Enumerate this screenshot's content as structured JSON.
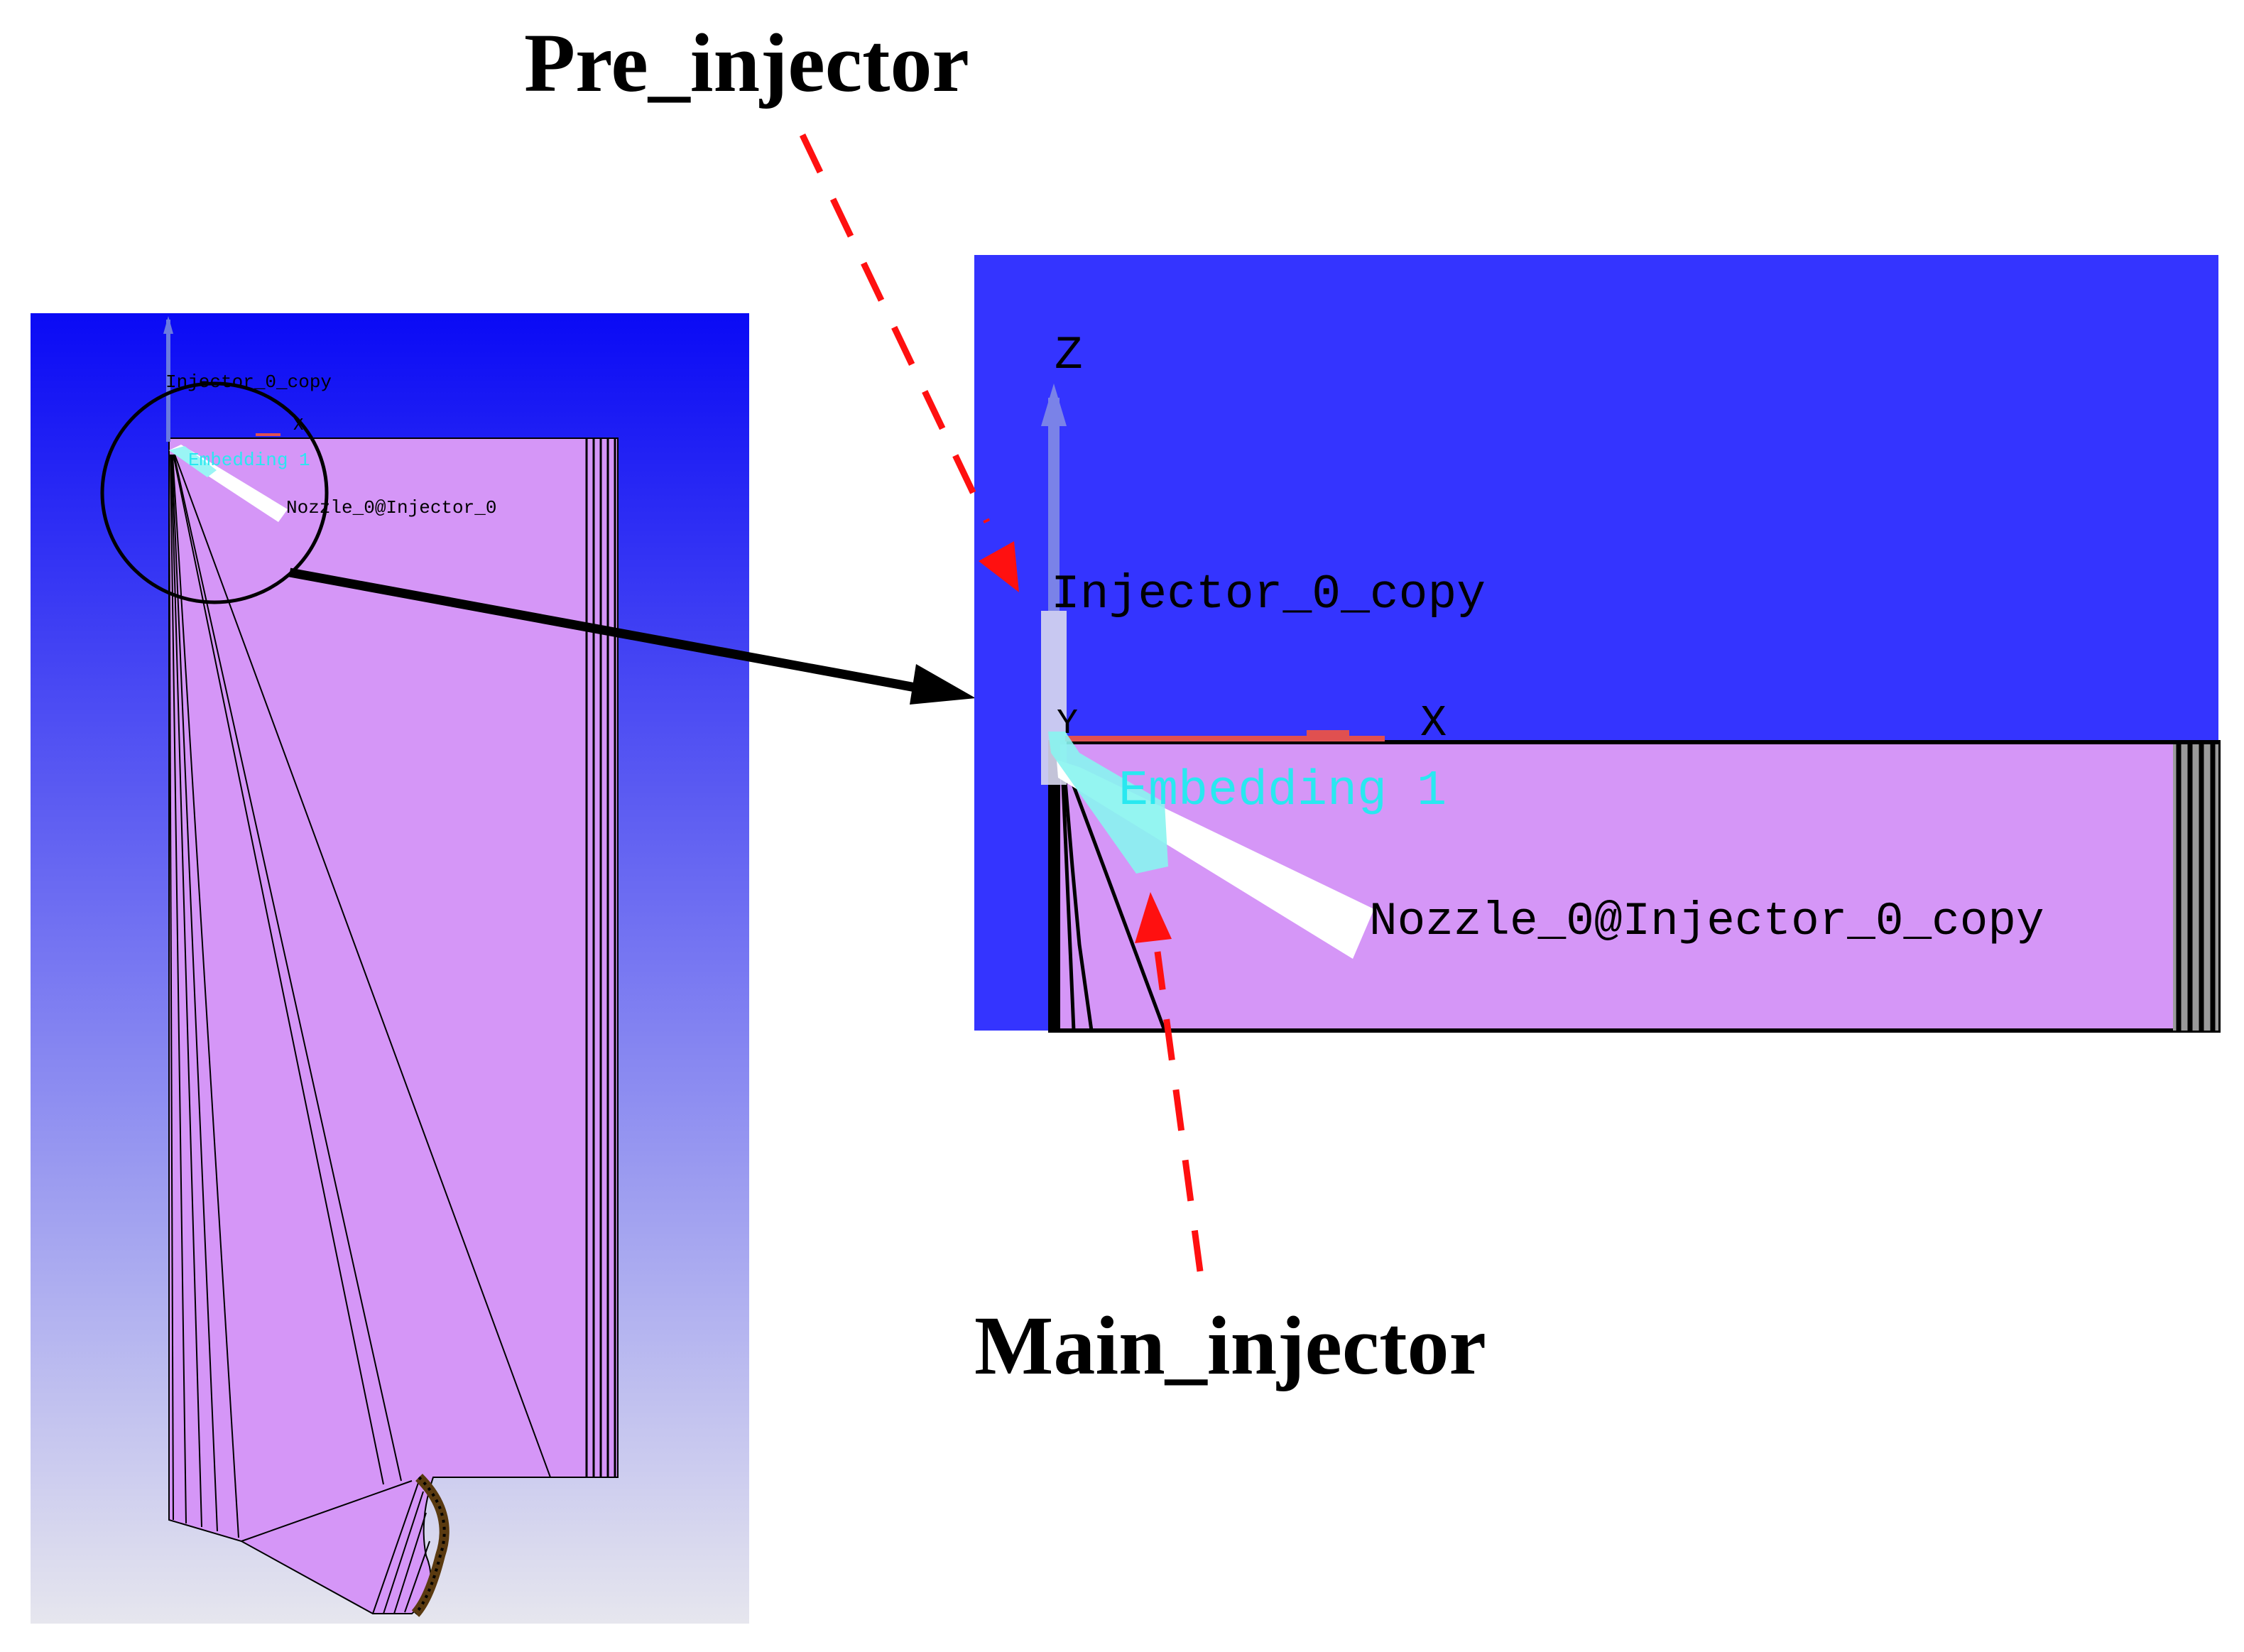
{
  "labels": {
    "pre_injector": "Pre_injector",
    "main_injector": "Main_injector"
  },
  "left_view": {
    "injector_label": "Injector_0_copy",
    "embedding_label": "Embedding 1",
    "nozzle_label": "Nozzle_0@Injector_0",
    "axis_x": "X"
  },
  "zoom_view": {
    "axis_z": "Z",
    "axis_x": "X",
    "axis_y": "Y",
    "injector_label": "Injector_0_copy",
    "embedding_label": "Embedding 1",
    "nozzle_label": "Nozzle_0@Injector_0_copy"
  },
  "colors": {
    "viewport_top": "#0a0af5",
    "viewport_bottom": "#e6e6ee",
    "zoom_background": "#3434ff",
    "mesh_fill": "#d596f7",
    "embedding_text": "#29e8f0",
    "annotation_arrow": "#ff0000",
    "pointer_arrow": "#000000"
  }
}
